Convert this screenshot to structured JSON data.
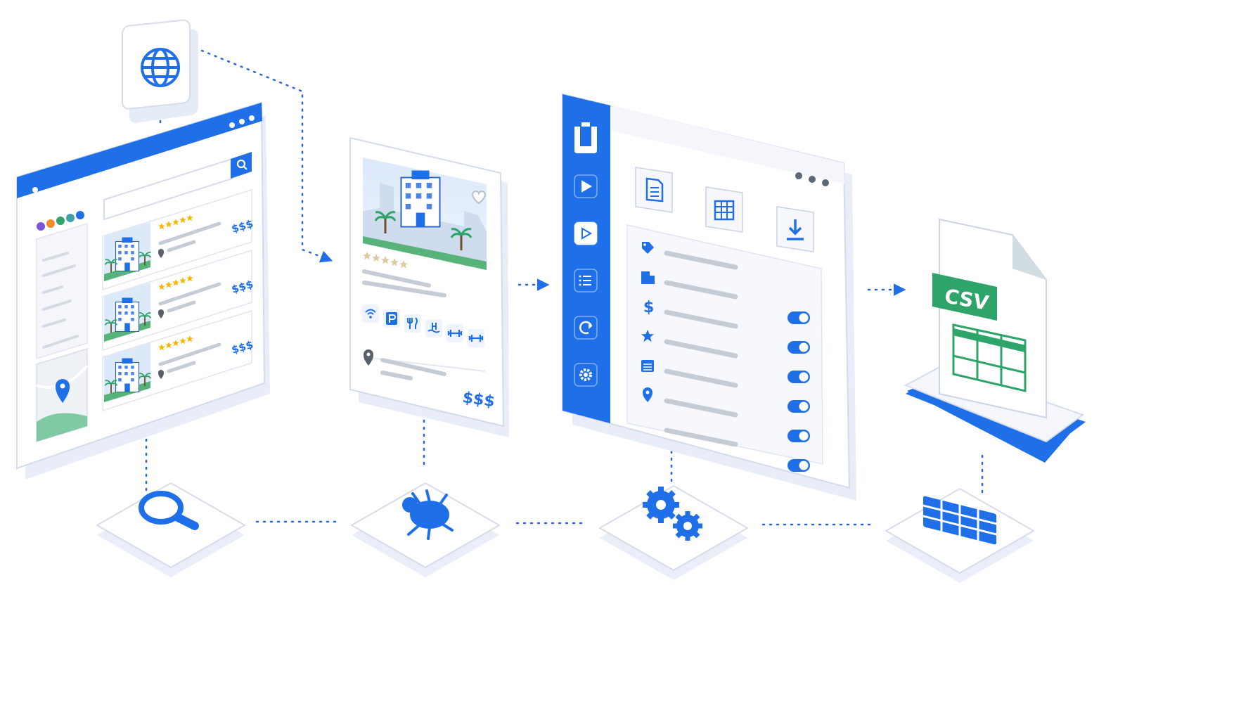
{
  "colors": {
    "primary": "#1f6fe8",
    "panel": "#f6f8fd",
    "border": "#d8e0f0",
    "line": "#c6ccd6",
    "star": "#f5b700",
    "csv_green": "#2ea36a",
    "connector": "#2a66d6"
  },
  "listing_page": {
    "palette_dots": [
      "#7b54d8",
      "#f08a2a",
      "#2ea36a",
      "#3fa0a6",
      "#1f6fe8"
    ],
    "results": [
      {
        "price": "$$$",
        "stars": 5
      },
      {
        "price": "$$$",
        "stars": 5
      },
      {
        "price": "$$$",
        "stars": 5
      }
    ]
  },
  "detail_card": {
    "price": "$$$",
    "stars": 5,
    "amenity_icons": [
      "wifi-icon",
      "parking-icon",
      "restaurant-icon",
      "pool-icon",
      "gym-icon",
      "gym-icon"
    ]
  },
  "scraper_tool": {
    "sidebar_icons": [
      "app-logo-icon",
      "play-icon",
      "run-icon",
      "list-icon",
      "refresh-icon",
      "settings-icon"
    ],
    "pipeline_icons": [
      "document-icon",
      "table-icon",
      "download-icon"
    ],
    "fields": [
      {
        "icon": "tag-icon",
        "toggle_on": false
      },
      {
        "icon": "building-icon",
        "toggle_on": true
      },
      {
        "icon": "dollar-icon",
        "toggle_on": true
      },
      {
        "icon": "star-icon",
        "toggle_on": true
      },
      {
        "icon": "calendar-icon",
        "toggle_on": true
      },
      {
        "icon": "location-pin-icon",
        "toggle_on": true
      },
      {
        "icon": "",
        "toggle_on": true
      }
    ]
  },
  "export_file": {
    "label": "CSV"
  },
  "bottom_steps": [
    "search-icon",
    "spider-icon",
    "gears-icon",
    "spreadsheet-icon"
  ]
}
